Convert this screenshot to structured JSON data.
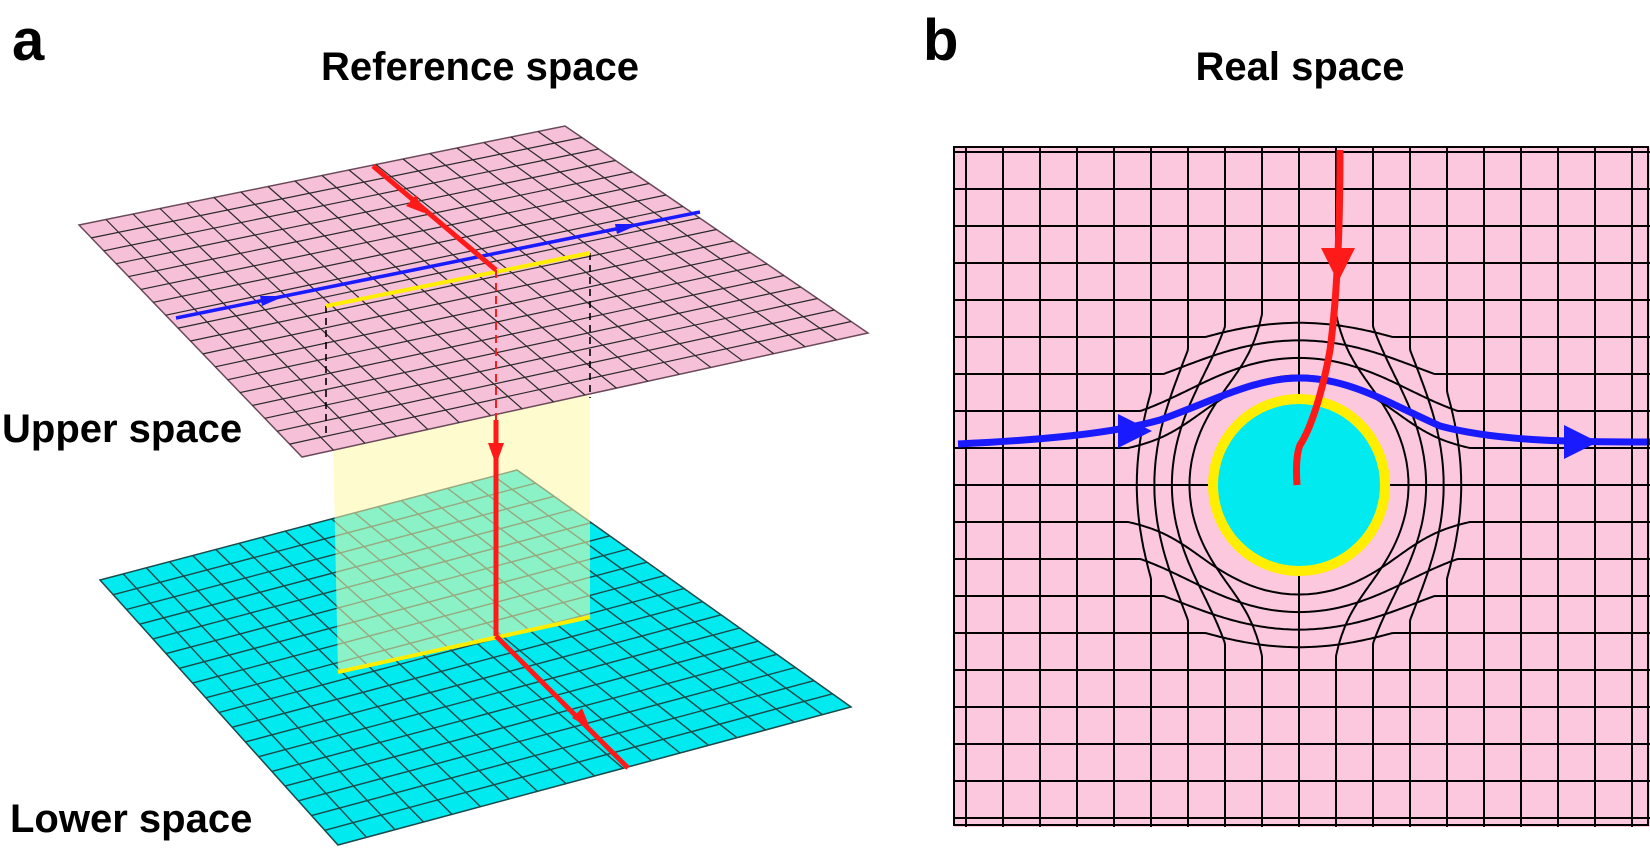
{
  "panel_a": {
    "letter": "a",
    "title": "Reference space",
    "upper_label": "Upper space",
    "lower_label": "Lower space",
    "upper_plane_color": "#f7c0d9",
    "lower_plane_color": "#00eaf0",
    "window_color": "#fdf8a8",
    "slit_color": "#ffee00",
    "ray_colors": {
      "red": "#ff1a1a",
      "blue": "#1a1aff"
    }
  },
  "panel_b": {
    "letter": "b",
    "title": "Real space",
    "background_color": "#fbc8de",
    "object_fill": "#00eaf0",
    "object_border": "#ffee00",
    "ray_colors": {
      "red": "#ff1a1a",
      "blue": "#1a1aff"
    }
  }
}
